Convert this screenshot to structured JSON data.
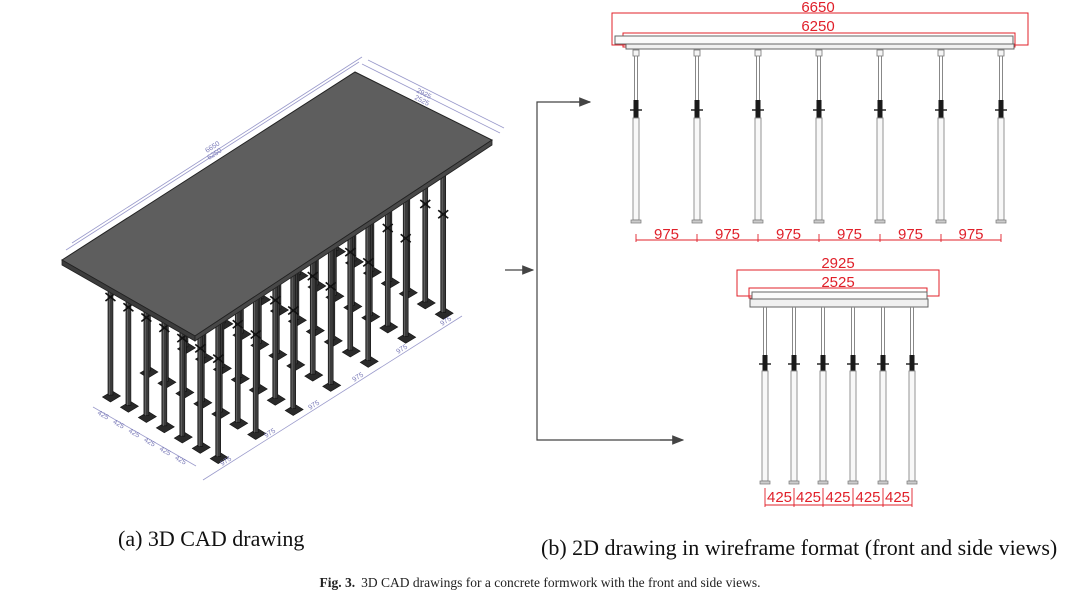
{
  "figure": {
    "panel_a_caption": "(a) 3D CAD drawing",
    "panel_b_caption": "(b) 2D drawing in wireframe format (front and side views)",
    "fig_label": "Fig. 3.",
    "fig_caption": "3D CAD drawings for a concrete formwork with the front and side views."
  },
  "iso_view": {
    "dims_top": [
      "6650",
      "6250"
    ],
    "dims_side": [
      "2925",
      "2525"
    ],
    "long_spacing": [
      "975",
      "975",
      "975",
      "975",
      "975",
      "975"
    ],
    "short_spacing": [
      "425",
      "425",
      "425",
      "425",
      "425",
      "425"
    ]
  },
  "front_view": {
    "outer_width": "6650",
    "inner_width": "6250",
    "spacings": [
      "975",
      "975",
      "975",
      "975",
      "975",
      "975"
    ]
  },
  "side_view": {
    "outer_width": "2925",
    "inner_width": "2525",
    "spacings": [
      "425",
      "425",
      "425",
      "425",
      "425"
    ]
  },
  "colors": {
    "dimension_red": "#e0202a",
    "slab_fill": "#5a5a5a",
    "prop_fill": "#3a3a3a",
    "iso_dimension_blue": "#7a7ab8"
  }
}
